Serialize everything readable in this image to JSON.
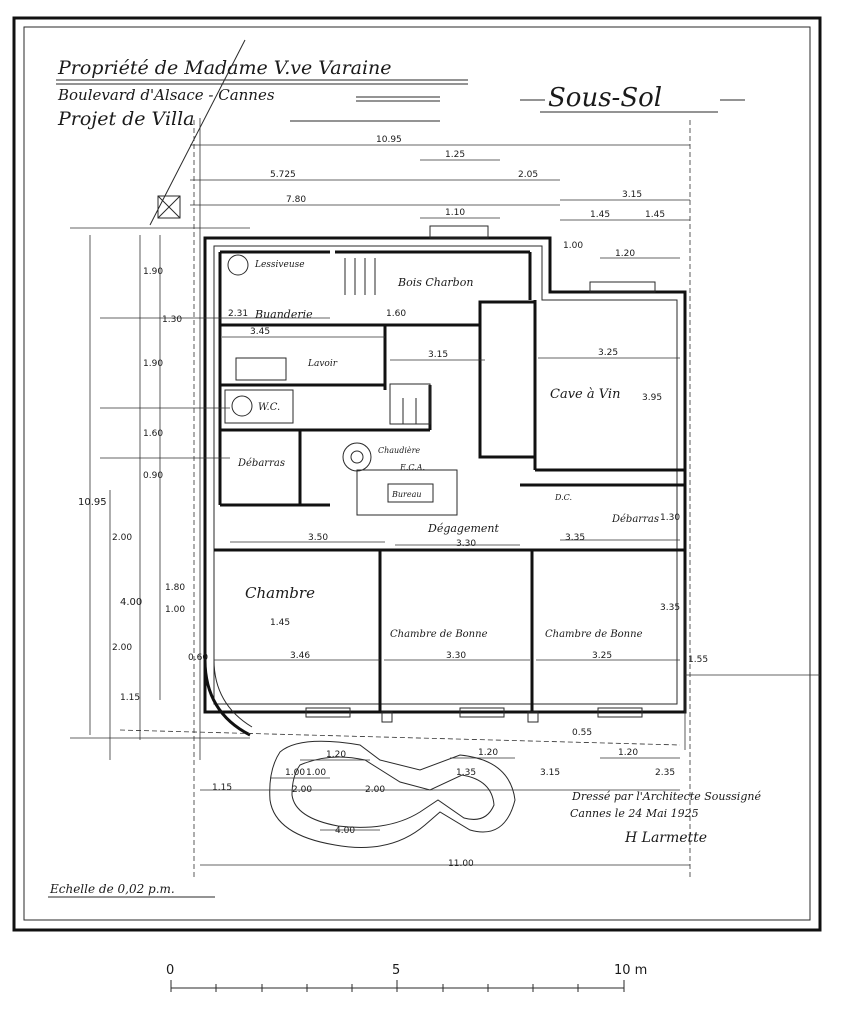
{
  "title_block": {
    "line1": "Propriété de Madame V.ve Varaine",
    "line2": "Boulevard d'Alsace - Cannes",
    "line3": "Projet de Villa",
    "level": "Sous-Sol"
  },
  "rooms": {
    "lessiveuse": "Lessiveuse",
    "buanderie": "Buanderie",
    "bois_charbon": "Bois Charbon",
    "lavoir": "Lavoir",
    "wc": "W.C.",
    "cave_vin": "Cave à Vin",
    "chaudiere": "Chaudière",
    "eca": "E.C.A.",
    "bureau": "Bureau",
    "debarras_left": "Débarras",
    "debarras_right": "Débarras",
    "degagement": "Dégagement",
    "chambre": "Chambre",
    "chambre_bonne_1": "Chambre de Bonne",
    "chambre_bonne_2": "Chambre de Bonne",
    "dc": "D.C."
  },
  "dimensions": {
    "d_10_95_top": "10.95",
    "d_1_25": "1.25",
    "d_5_725": "5.725",
    "d_2_05": "2.05",
    "d_7_80": "7.80",
    "d_1_10": "1.10",
    "d_3_15_top": "3.15",
    "d_1_45_a": "1.45",
    "d_1_45_b": "1.45",
    "d_1_00": "1.00",
    "d_1_20_top": "1.20",
    "d_1_90_a": "1.90",
    "d_1_90_b": "1.90",
    "d_1_30_a": "1.30",
    "d_2_31": "2.31",
    "d_3_45": "3.45",
    "d_1_60": "1.60",
    "d_3_15_mid": "3.15",
    "d_3_25_mid": "3.25",
    "d_3_95": "3.95",
    "d_1_60_b": "1.60",
    "d_0_90": "0.90",
    "d_10_95_left": "10.95",
    "d_2_00_a": "2.00",
    "d_4_00_left": "4.00",
    "d_2_00_b": "2.00",
    "d_1_80": "1.80",
    "d_1_00_b": "1.00",
    "d_1_15_left": "1.15",
    "d_0_60": "0.60",
    "d_3_50": "3.50",
    "d_3_30_deg": "3.30",
    "d_3_35": "3.35",
    "d_1_45_ch": "1.45",
    "d_3_46": "3.46",
    "d_3_30_cb": "3.30",
    "d_3_25_cb": "3.25",
    "d_3_35_right": "3.35",
    "d_1_20_s1": "1.20",
    "d_1_20_s2": "1.20",
    "d_1_00_s": "1.00",
    "d_1_00_s2": "1.00",
    "d_1_35": "1.35",
    "d_3_15_bottom": "3.15",
    "d_1_20_b": "1.20",
    "d_2_35": "2.35",
    "d_1_15_bottom": "1.15",
    "d_2_00_c": "2.00",
    "d_2_00_d": "2.00",
    "d_4_00_bottom": "4.00",
    "d_11_00": "11.00",
    "d_0_55": "0.55",
    "d_1_55": "1.55",
    "d_1_30_b": "1.30"
  },
  "signature_block": {
    "line1": "Dressé par l'Architecte Soussigné",
    "line2": "Cannes le 24 Mai 1925",
    "signature": "H Larmette"
  },
  "scale_note": "Echelle de 0,02 p.m.",
  "scale_bar": {
    "label_0": "0",
    "label_5": "5",
    "label_10": "10 m"
  }
}
